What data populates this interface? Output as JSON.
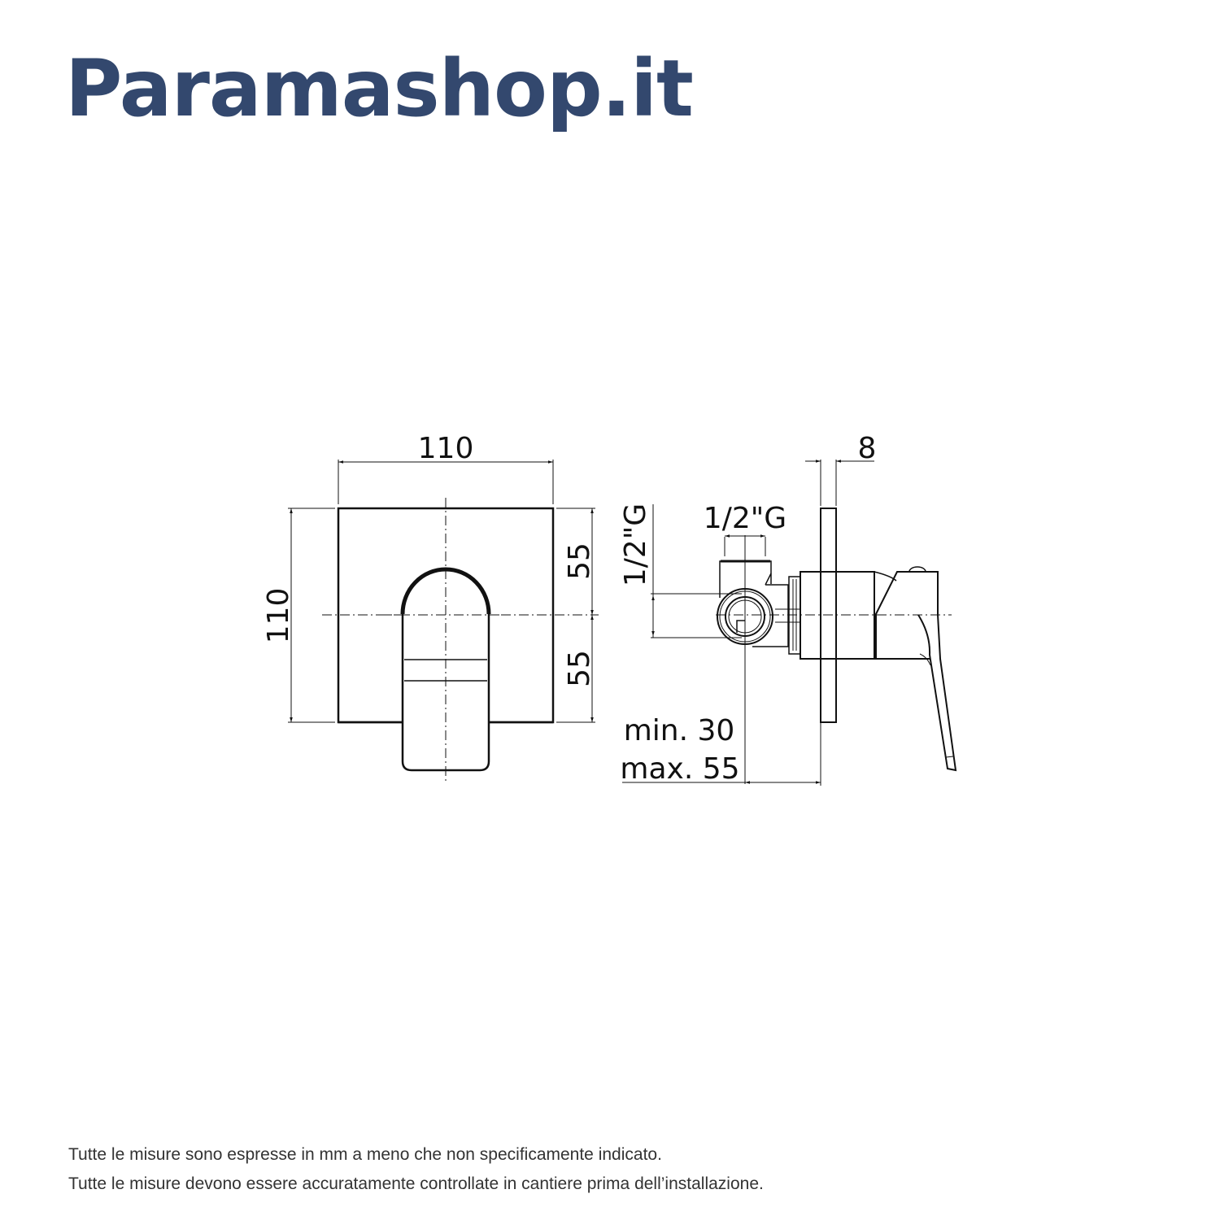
{
  "header": {
    "brand": "Paramashop.it",
    "brand_color": "#33486e"
  },
  "front_view": {
    "width_label": "110",
    "height_label": "110",
    "upper_half_label": "55",
    "lower_half_label": "55"
  },
  "side_view": {
    "plate_thickness_label": "8",
    "top_connection_label": "1/2\"G",
    "side_connection_label": "1/2\"G",
    "depth_min_label": "min. 30",
    "depth_max_label": "max. 55"
  },
  "footer": {
    "line1": "Tutte le misure sono espresse in mm a meno che non specificamente indicato.",
    "line2": "Tutte le misure devono essere accuratamente controllate in cantiere prima dell’installazione."
  }
}
